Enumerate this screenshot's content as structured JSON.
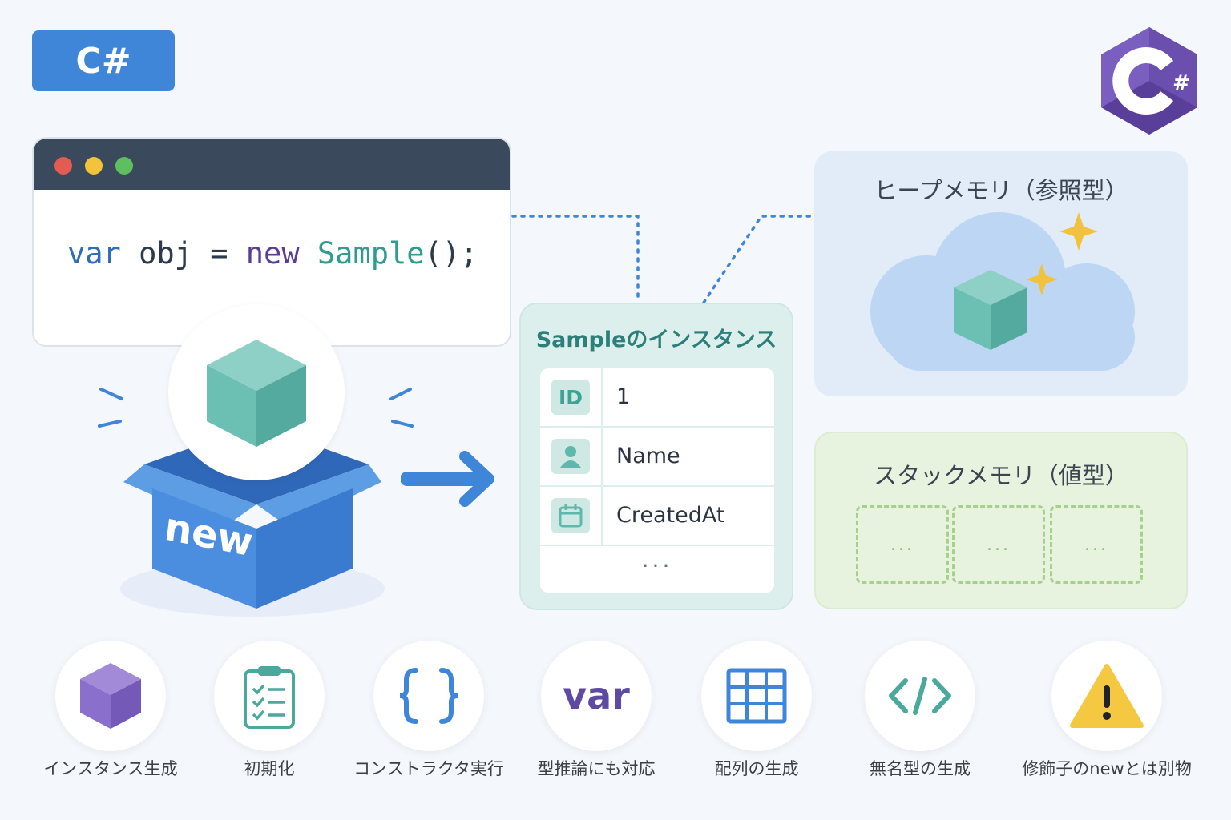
{
  "badge": {
    "label": "C#"
  },
  "logo": {
    "text": "#"
  },
  "code": {
    "kw_var": "var",
    "ident": "obj",
    "op": "=",
    "kw_new": "new",
    "type": "Sample",
    "tail": "();"
  },
  "box": {
    "label": "new"
  },
  "instance": {
    "title": "Sampleのインスタンス",
    "rows": [
      {
        "key": "ID",
        "value": "1"
      },
      {
        "key_icon": "person-icon",
        "value": "Name"
      },
      {
        "key_icon": "calendar-icon",
        "value": "CreatedAt"
      }
    ],
    "ellipsis": "..."
  },
  "heap": {
    "title": "ヒープメモリ（参照型）"
  },
  "stack": {
    "title": "スタックメモリ（値型）",
    "slots": [
      "...",
      "...",
      "..."
    ]
  },
  "features": [
    {
      "icon": "cube-icon",
      "label": "インスタンス生成"
    },
    {
      "icon": "clipboard-checklist-icon",
      "label": "初期化"
    },
    {
      "icon": "braces-icon",
      "label": "コンストラクタ実行"
    },
    {
      "icon": "var-icon",
      "icon_text": "var",
      "label": "型推論にも対応"
    },
    {
      "icon": "grid-icon",
      "label": "配列の生成"
    },
    {
      "icon": "code-tag-icon",
      "label": "無名型の生成"
    },
    {
      "icon": "warning-icon",
      "label": "修飾子のnewとは別物"
    }
  ],
  "colors": {
    "primary_blue": "#3f86d8",
    "teal": "#5fb8ad",
    "purple": "#7f63c4",
    "heap_bg": "#e2ecf8",
    "stack_bg": "#e7f2df",
    "warning": "#f5c842"
  }
}
